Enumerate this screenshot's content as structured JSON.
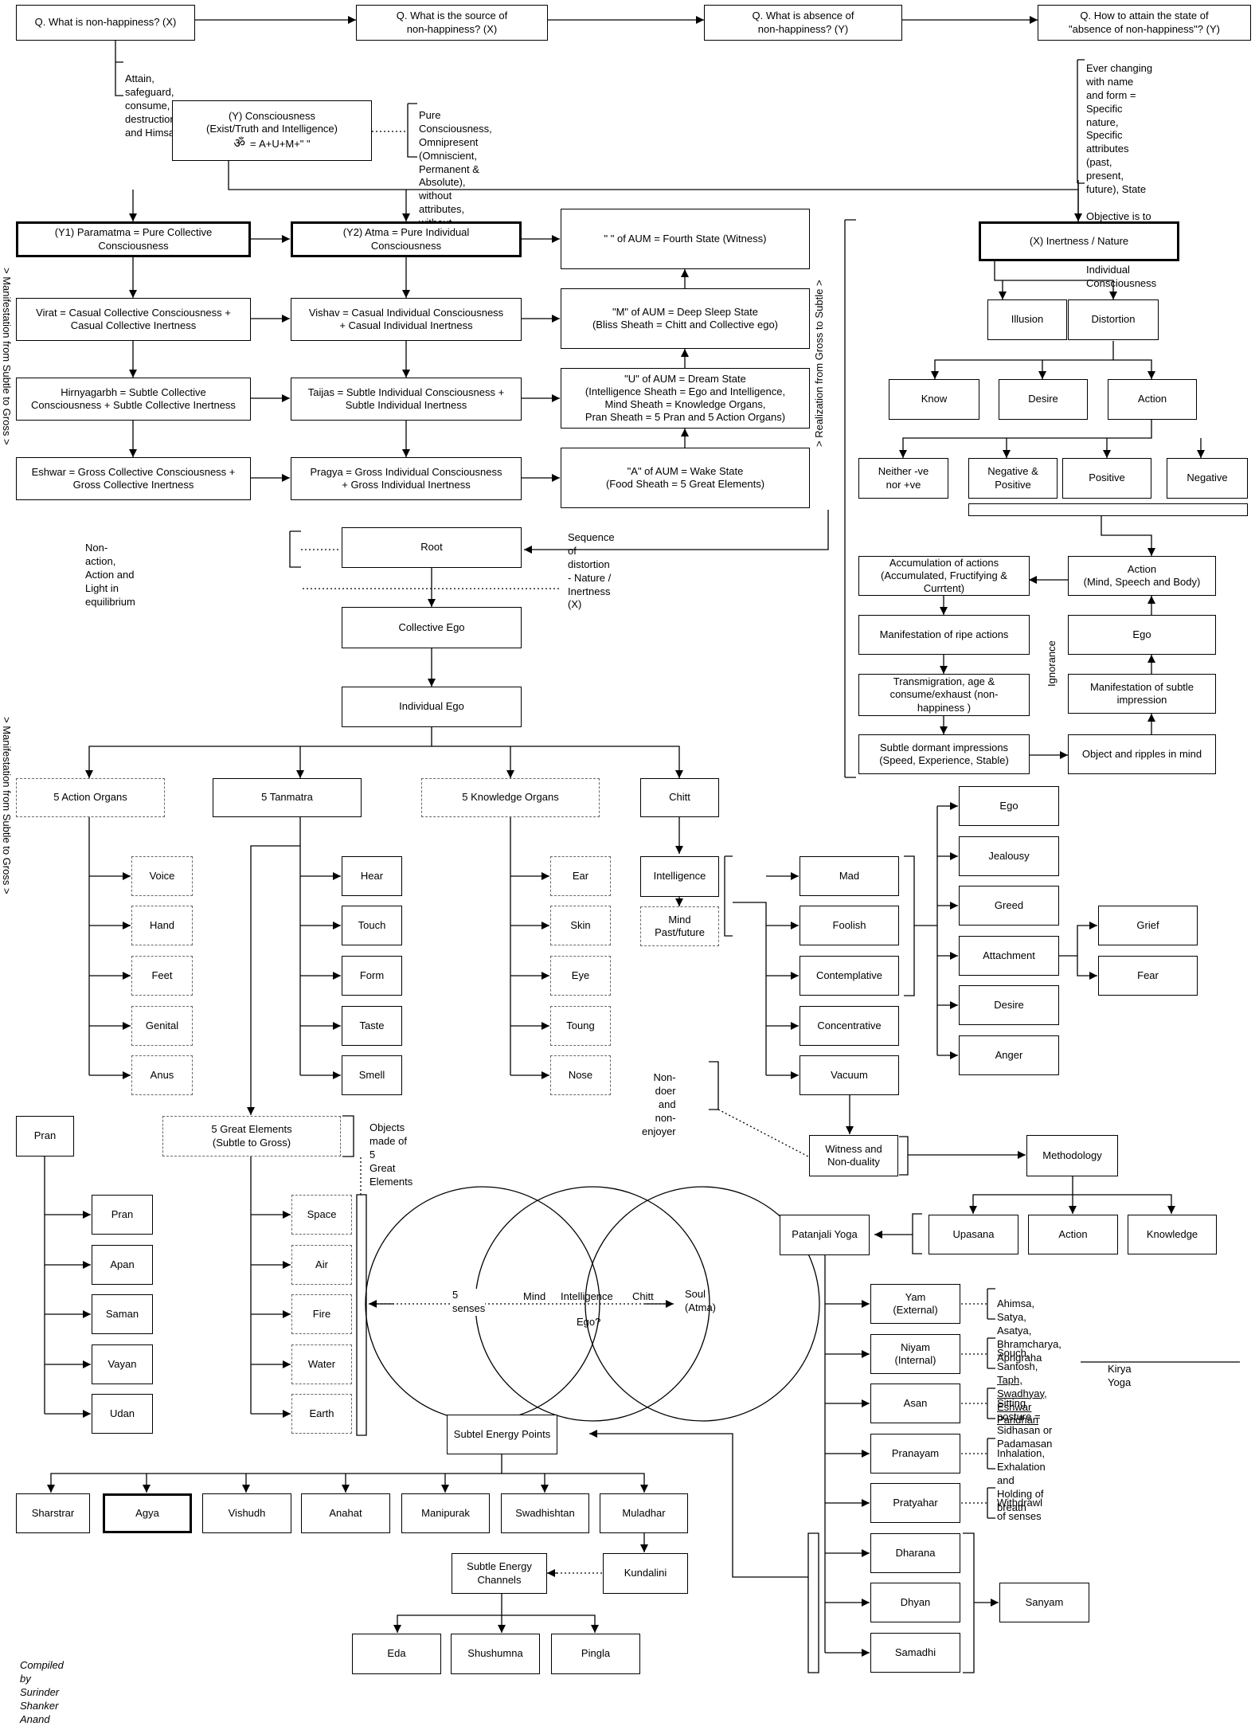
{
  "questions": {
    "q1": "Q. What is non-happiness?  (X)",
    "q2": "Q. What is the source of\nnon-happiness? (X)",
    "q3": "Q. What is absence of\nnon-happiness?  (Y)",
    "q4": "Q. How to attain the state of\n\"absence of non-happiness\"?  (Y)"
  },
  "notes": {
    "attain": "Attain, safeguard, consume, destruction and Himsa",
    "ever_changing": "Ever changing with name\nand form = Specific nature,\nSpecific attributes (past,\npresent, future), State\n\nObjective is to consume/\nexhaust and realization for\nIndividual Consciousness",
    "pure_consciousness": "Pure Consciousness, Omnipresent\n(Omniscient, Permanent & Absolute),\nwithout attributes, without begining/end",
    "non_action": "Non-action, Action and Light in equilibrium",
    "sequence": "Sequence of distortion - Nature / Inertness (X)",
    "non_doer": "Non-doer and\nnon-enjoyer",
    "objects_made": "Objects made of 5\nGreat Elements",
    "ahimsa": "Ahimsa, Satya, Asatya, Bhramcharya, Aprigraha",
    "souch": "Souch, Santosh, ",
    "kriya_underlined": "Taph, Swadhyay, Eshwar Paridhan",
    "kirya_yoga": "Kirya Yoga",
    "sitting": "Sitting posture = Sidhasan or Padamasan",
    "inhalation": "Inhalation, Exhalation and Holding of breath",
    "withdrawl": "Withdrawl of senses",
    "footer": "Compiled by Surinder Shanker Anand"
  },
  "side_labels": {
    "left_top": "> Manifestation from Subtle to Gross >",
    "left_mid": "> Manifestation from Subtle to Gross >",
    "right": "> Realization from Gross to Subtle >",
    "ignorance": "Ignorance"
  },
  "consciousness": {
    "title": "(Y) Consciousness\n(Exist/Truth and Intelligence)",
    "om_symbol": "ॐ",
    "aum": "= A+U+M+\"    \""
  },
  "left_col": {
    "paramatma": "(Y1) Paramatma = Pure Collective\nConsciousness",
    "virat": "Virat = Casual Collective Consciousness +\nCasual Collective Inertness",
    "hirnyagarbh": "Hirnyagarbh = Subtle Collective\nConsciousness + Subtle Collective Inertness",
    "eshwar": "Eshwar = Gross Collective Consciousness +\nGross Collective Inertness"
  },
  "mid_col": {
    "atma": "(Y2) Atma = Pure Individual\nConsciousness",
    "vishav": "Vishav = Casual Individual Consciousness\n+ Casual Individual Inertness",
    "taijas": "Taijas = Subtle Individual Consciousness +\nSubtle Individual Inertness",
    "pragya": "Pragya = Gross Individual Consciousness\n+ Gross Individual Inertness"
  },
  "aum_col": {
    "fourth": "\"  \" of AUM = Fourth State (Witness)",
    "m": "\"M\" of AUM = Deep Sleep State\n(Bliss Sheath = Chitt and Collective ego)",
    "u": "\"U\" of AUM = Dream State\n(Intelligence Sheath = Ego and Intelligence,\nMind Sheath = Knowledge Organs,\nPran Sheath = 5 Pran and 5 Action Organs)",
    "a": "\"A\" of AUM = Wake State\n(Food Sheath = 5 Great Elements)"
  },
  "nature": {
    "inertness": "(X) Inertness / Nature",
    "illusion": "Illusion",
    "distortion": "Distortion",
    "know": "Know",
    "desire": "Desire",
    "action": "Action",
    "neither": "Neither  -ve\nnor +ve",
    "neg_pos": "Negative &\nPositive",
    "positive": "Positive",
    "negative": "Negative"
  },
  "karma": {
    "accumulation": "Accumulation of actions\n(Accumulated, Fructifying &\nCurrtent)",
    "action_msb": "Action\n(Mind, Speech and Body)",
    "manifestation_ripe": "Manifestation of ripe actions",
    "ego": "Ego",
    "transmigration": "Transmigration, age &\nconsume/exhaust  (non-\nhappiness )",
    "manifestation_subtle": "Manifestation of subtle\nimpression",
    "dormant": "Subtle dormant impressions\n(Speed, Experience, Stable)",
    "object_ripples": "Object and ripples in mind"
  },
  "root": {
    "root": "Root",
    "collective_ego": "Collective Ego",
    "individual_ego": "Individual Ego"
  },
  "organs": {
    "action_organs": "5 Action Organs",
    "tanmatra": "5 Tanmatra",
    "knowledge_organs": "5 Knowledge Organs",
    "chitt": "Chitt",
    "action_list": [
      "Voice",
      "Hand",
      "Feet",
      "Genital",
      "Anus"
    ],
    "tanmatra_list": [
      "Hear",
      "Touch",
      "Form",
      "Taste",
      "Smell"
    ],
    "knowledge_list": [
      "Ear",
      "Skin",
      "Eye",
      "Toung",
      "Nose"
    ]
  },
  "mind": {
    "intelligence": "Intelligence",
    "mind_past": "Mind\nPast/future",
    "states": [
      "Mad",
      "Foolish",
      "Contemplative",
      "Concentrative",
      "Vacuum"
    ],
    "afflictions": [
      "Ego",
      "Jealousy",
      "Greed",
      "Attachment",
      "Desire",
      "Anger"
    ],
    "grief": "Grief",
    "fear": "Fear",
    "witness": "Witness and\nNon-duality",
    "methodology": "Methodology",
    "upasana": "Upasana",
    "action": "Action",
    "knowledge": "Knowledge"
  },
  "pran": {
    "title": "Pran",
    "list": [
      "Pran",
      "Apan",
      "Saman",
      "Vayan",
      "Udan"
    ]
  },
  "elements": {
    "title": "5 Great Elements\n(Subtle to Gross)",
    "list": [
      "Space",
      "Air",
      "Fire",
      "Water",
      "Earth"
    ]
  },
  "venn": {
    "senses": "5 senses",
    "mind": "Mind",
    "intelligence": "Intelligence",
    "ego": "Ego?",
    "chitt": "Chitt",
    "soul": "Soul (Atma)"
  },
  "energy": {
    "title": "Subtel Energy Points",
    "points": [
      "Sharstrar",
      "Agya",
      "Vishudh",
      "Anahat",
      "Manipurak",
      "Swadhishtan",
      "Muladhar"
    ],
    "kundalini": "Kundalini",
    "channels": "Subtle Energy\nChannels",
    "channel_list": [
      "Eda",
      "Shushumna",
      "Pingla"
    ]
  },
  "yoga": {
    "patanjali": "Patanjali Yoga",
    "limbs": [
      "Yam\n(External)",
      "Niyam\n(Internal)",
      "Asan",
      "Pranayam",
      "Pratyahar",
      "Dharana",
      "Dhyan",
      "Samadhi"
    ],
    "sanyam": "Sanyam"
  }
}
